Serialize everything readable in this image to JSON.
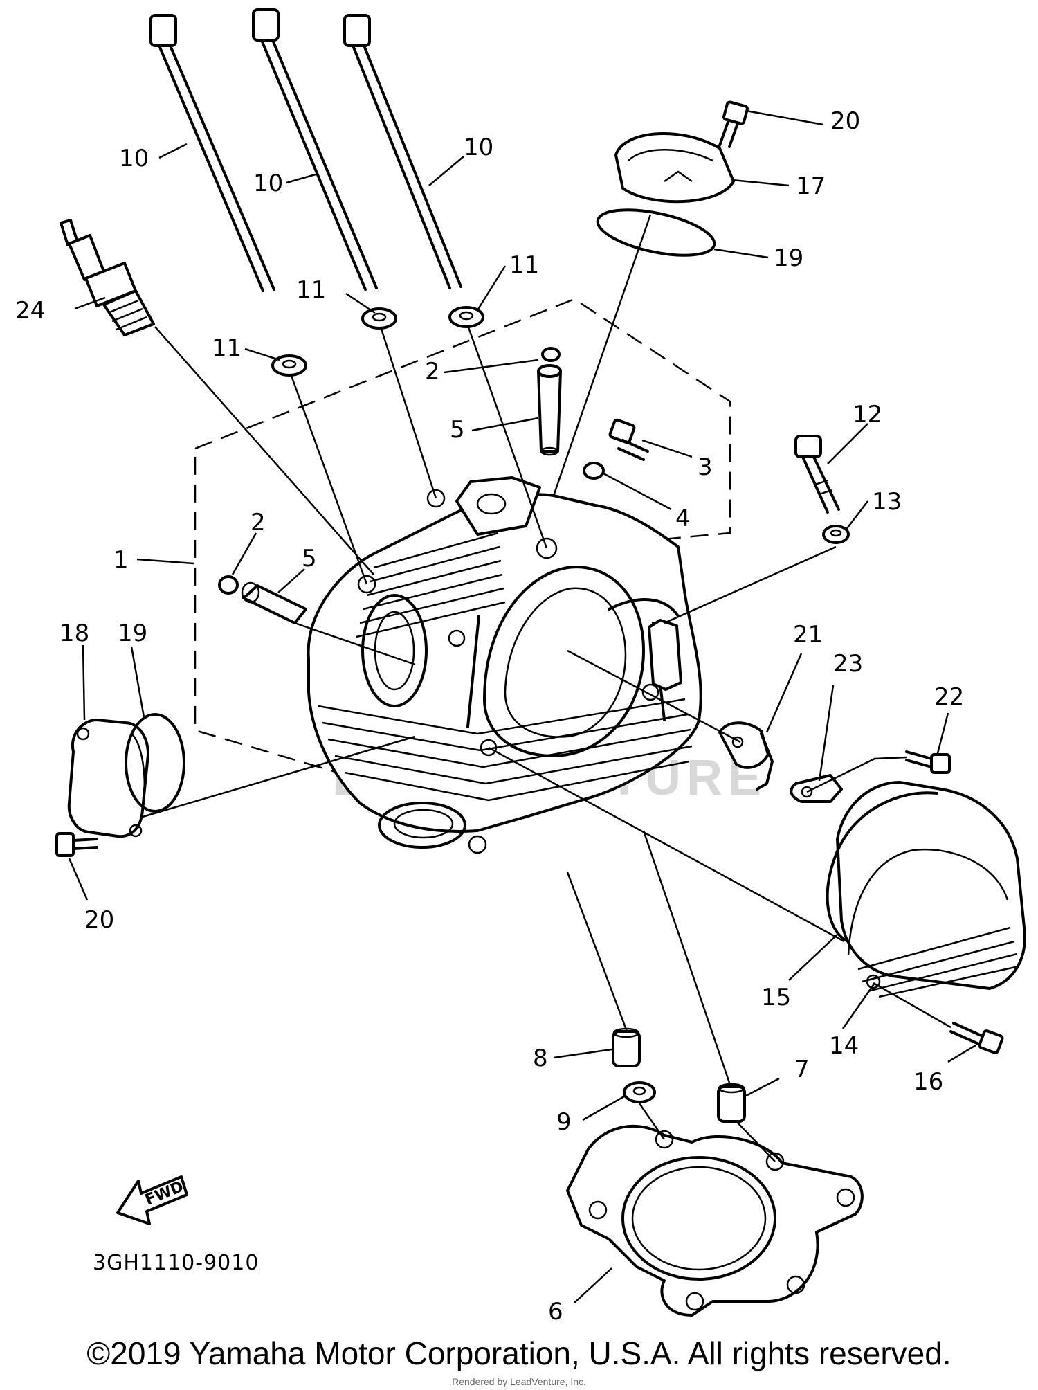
{
  "diagram": {
    "callouts": {
      "c1": "1",
      "c2a": "2",
      "c2b": "2",
      "c3": "3",
      "c4": "4",
      "c5a": "5",
      "c5b": "5",
      "c6": "6",
      "c7": "7",
      "c8": "8",
      "c9": "9",
      "c10a": "10",
      "c10b": "10",
      "c10c": "10",
      "c11a": "11",
      "c11b": "11",
      "c11c": "11",
      "c12": "12",
      "c13": "13",
      "c14": "14",
      "c15": "15",
      "c16": "16",
      "c17": "17",
      "c18": "18",
      "c19a": "19",
      "c19b": "19",
      "c20a": "20",
      "c20b": "20",
      "c21": "21",
      "c22": "22",
      "c23": "23",
      "c24": "24"
    },
    "fwd_label": "FWD",
    "diagram_code": "3GH1110-9010",
    "watermark": "LEADVENTURE"
  },
  "footer": {
    "copyright": "©2019 Yamaha Motor Corporation, U.S.A. All rights reserved.",
    "credit": "Rendered by LeadVenture, Inc."
  }
}
